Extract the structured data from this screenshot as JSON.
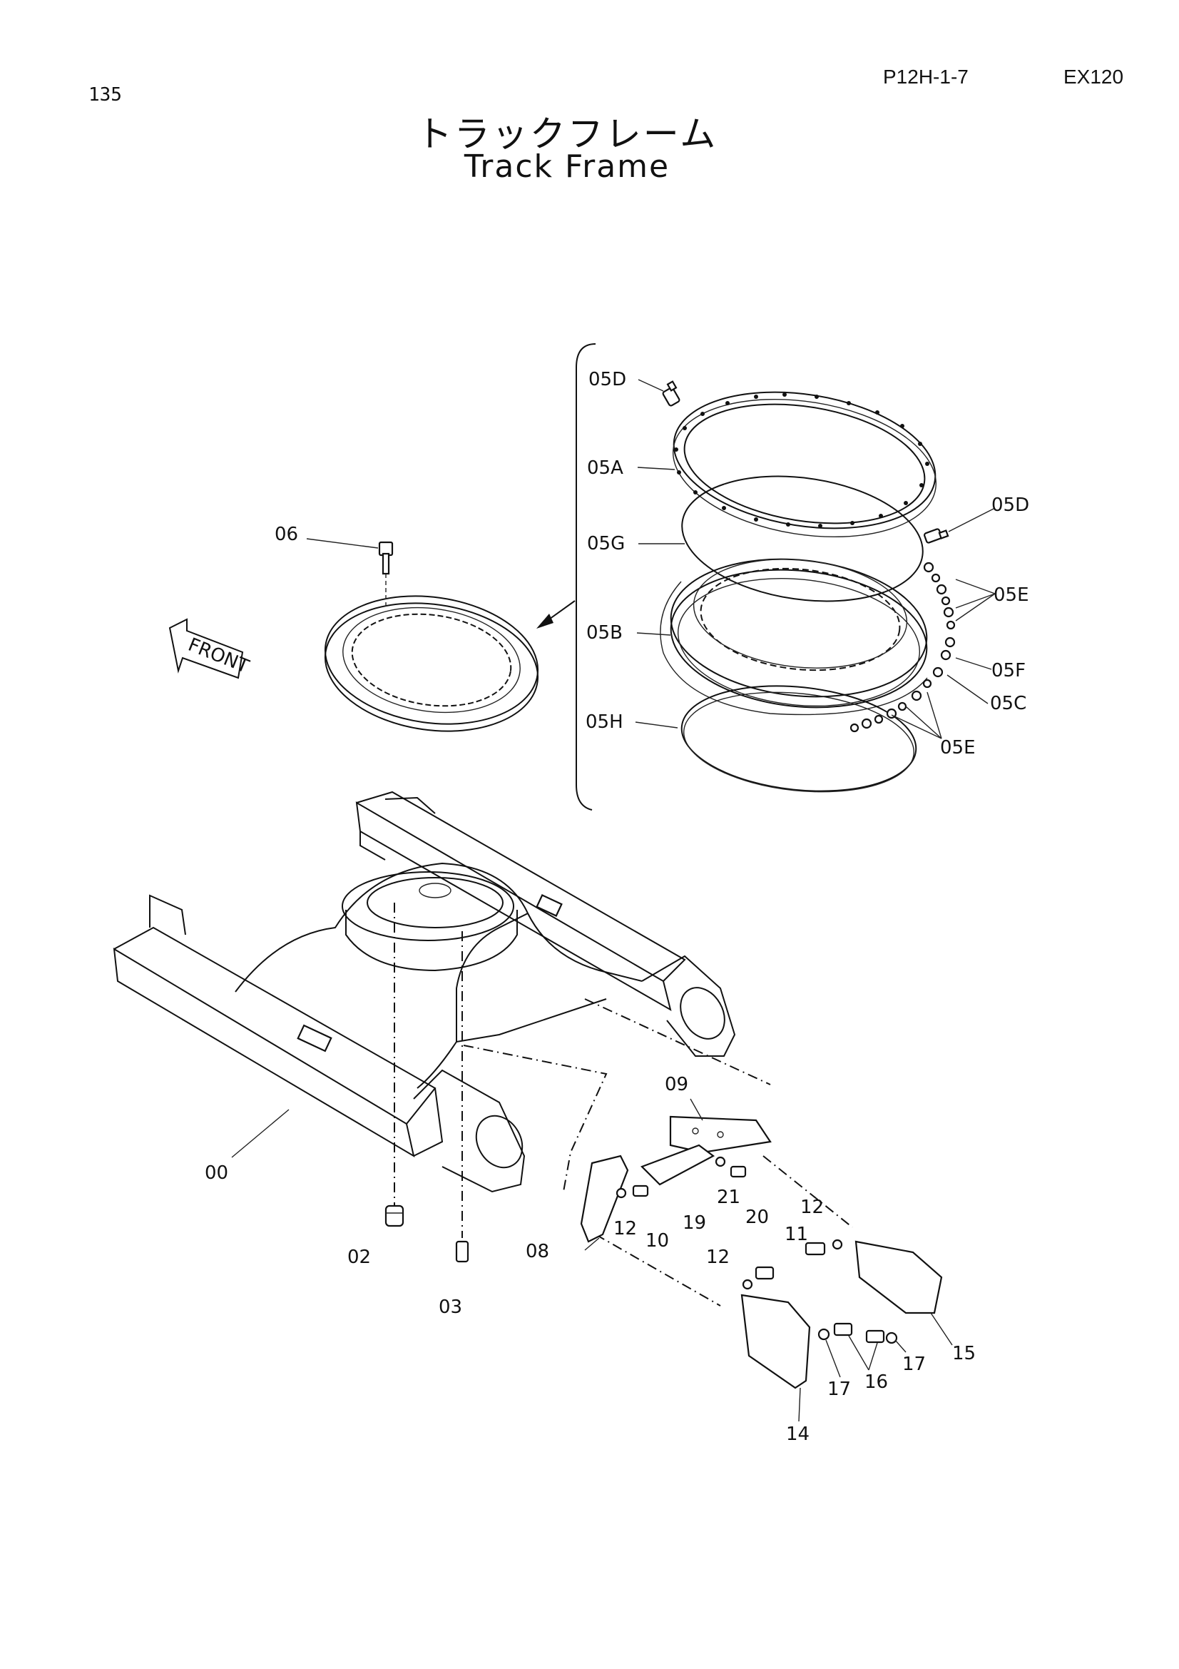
{
  "header": {
    "page_number": "135",
    "doc_code": "P12H-1-7",
    "model": "EX120",
    "title_jp": "トラックフレーム",
    "title_en": "Track Frame"
  },
  "direction_label": "FRONT",
  "callouts": {
    "c05D_top": "05D",
    "c05A": "05A",
    "c05D_right": "05D",
    "c05G": "05G",
    "c05E_top": "05E",
    "c05B": "05B",
    "c05F": "05F",
    "c05C": "05C",
    "c05H": "05H",
    "c05E_bottom": "05E",
    "c06": "06",
    "c00": "00",
    "c02": "02",
    "c03": "03",
    "c08": "08",
    "c09": "09",
    "c10": "10",
    "c11": "11",
    "c12_a": "12",
    "c12_b": "12",
    "c12_c": "12",
    "c14": "14",
    "c15": "15",
    "c16": "16",
    "c17_a": "17",
    "c17_b": "17",
    "c19": "19",
    "c20": "20",
    "c21": "21"
  }
}
